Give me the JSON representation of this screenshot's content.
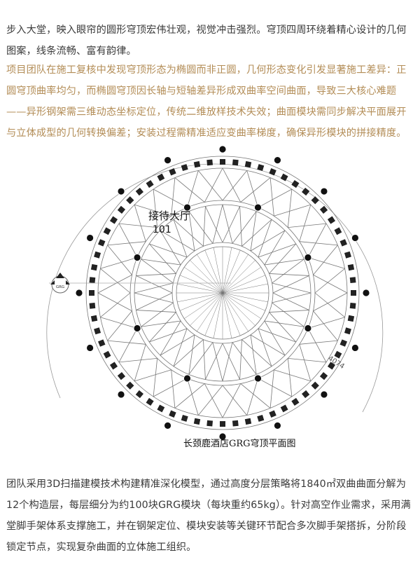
{
  "paragraphs": {
    "intro": "步入大堂，映入眼帘的圆形穹顶宏伟壮观，视觉冲击强烈。穹顶四周环绕着精心设计的几何图案，线条流畅、富有韵律。",
    "challenge": "项目团队在施工复核中发现穹顶形态为椭圆而非正圆，几何形态变化引发显著施工差异：正圆穹顶曲率均匀，而椭圆穹顶因长轴与短轴差异形成双曲率空间曲面，导致三大核心难题——异形钢架需三维动态坐标定位，传统二维放样技术失效；曲面模块需同步解决平面展开与立体成型的几何转换偏差；安装过程需精准适应变曲率梯度，确保异形模块的拼接精度。",
    "solution": "团队采用3D扫描建模技术构建精准深化模型，通过高度分层策略将1840㎡双曲曲面分解为12个构造层，每层细分为约100块GRG模块（每块重约65kg）。针对高空作业需求，采用满堂脚手架体系支撑施工，并在钢架定位、模块安装等关键环节配合多次脚手架搭拆，分阶段锁定节点，实现复杂曲面的立体施工组织。"
  },
  "figure": {
    "room_name": "接待大厅",
    "room_number": "101",
    "section_mark": "GRG",
    "dimension": "4074",
    "caption": "长颈鹿酒店GRG穹顶平面图"
  },
  "colors": {
    "body_text": "#3a3a3a",
    "highlight_text": "#b38d57"
  }
}
